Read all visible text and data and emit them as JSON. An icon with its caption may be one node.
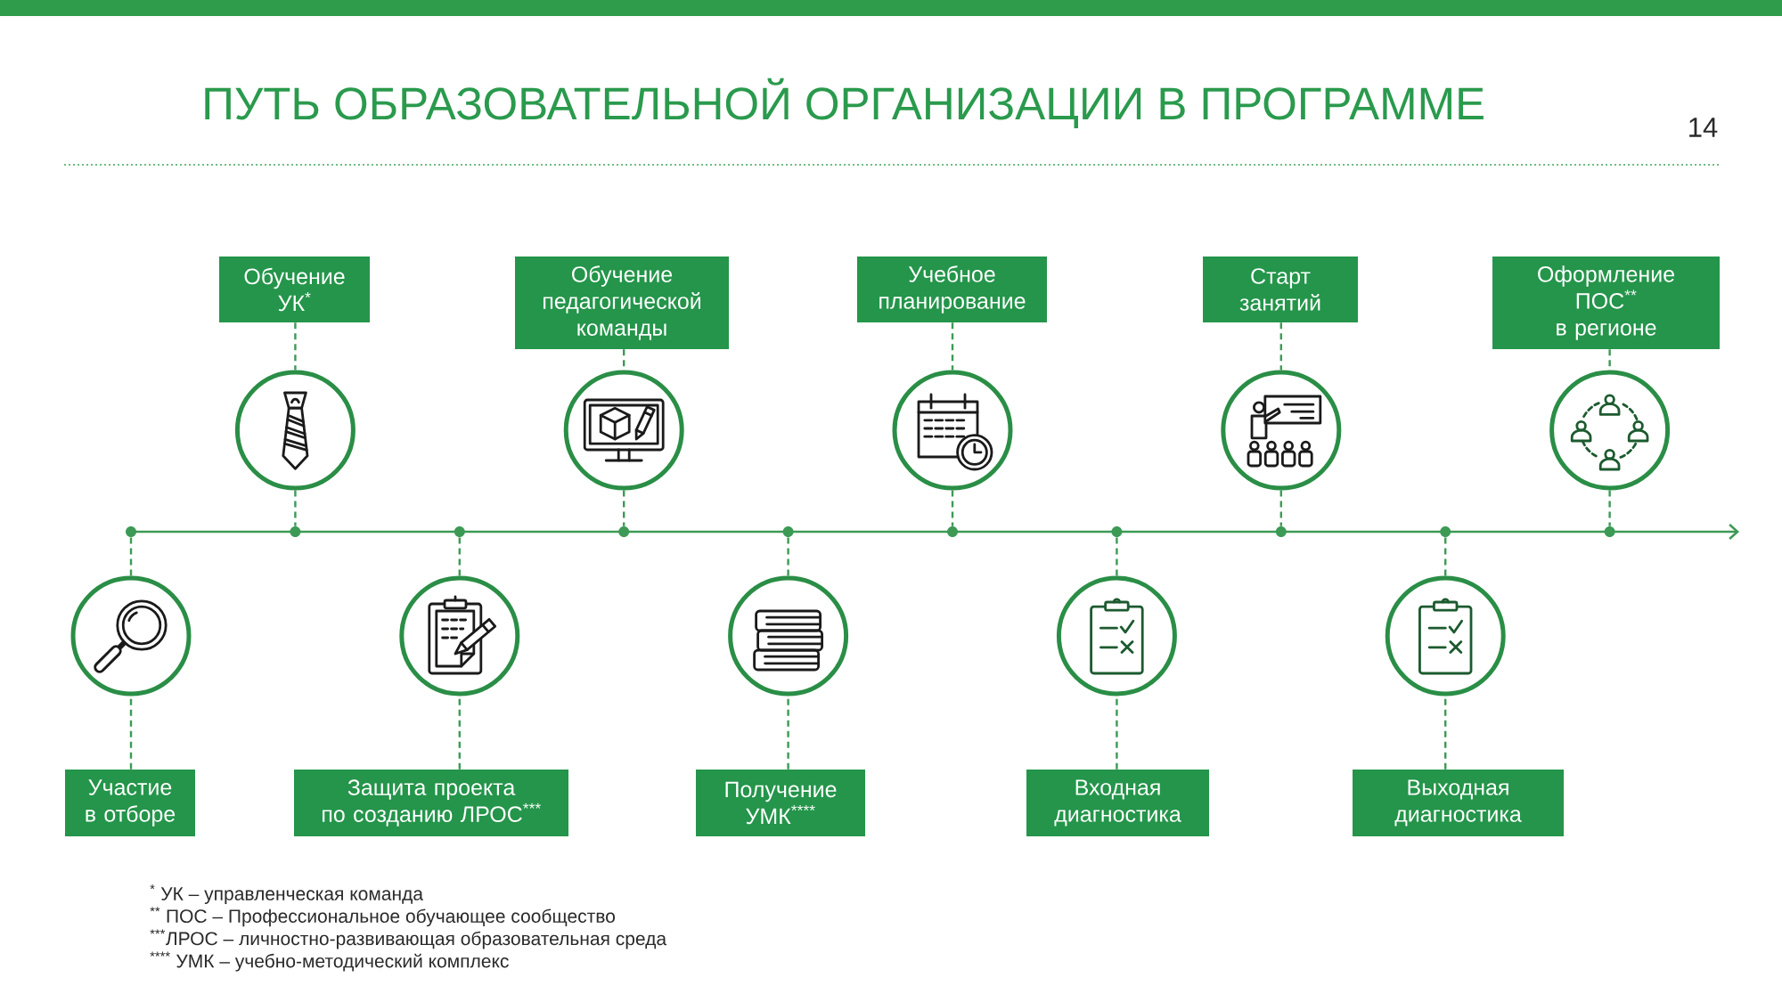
{
  "diagram": {
    "title": "ПУТЬ ОБРАЗОВАТЕЛЬНОЙ ОРГАНИЗАЦИИ В ПРОГРАММЕ",
    "nodes": [
      {
        "text": [
          "Участие в отборе"
        ]
      },
      {
        "text": [
          "Обучение УК$^{*}$"
        ]
      },
      {
        "text": [
          "Защита проекта по созданию ЛРОС$^{***}$"
        ]
      },
      {
        "text": [
          "Обучение педагогической команды"
        ]
      },
      {
        "text": [
          "Получение УМК$^{****}$"
        ]
      },
      {
        "text": [
          "Учебное планирование"
        ]
      },
      {
        "text": [
          "Входная диагностика"
        ]
      },
      {
        "text": [
          "Старт занятий"
        ]
      },
      {
        "text": [
          "Выходная диагностика"
        ]
      },
      {
        "text": [
          "Оформление ПОС$^{**}$ в регионе"
        ]
      },
      {
        "text": [],
        "shape": "circle"
      },
      {
        "text": [],
        "shape": "circle"
      },
      {
        "text": [],
        "shape": "circle"
      },
      {
        "text": [],
        "shape": "circle"
      },
      {
        "text": [],
        "shape": "circle"
      },
      {
        "text": [],
        "shape": "circle"
      },
      {
        "text": [],
        "shape": "circle"
      },
      {
        "text": [],
        "shape": "circle"
      },
      {
        "text": [],
        "shape": "circle"
      },
      {
        "text": [],
        "shape": "circle"
      },
      {
        "text": [],
        "shape": "dot"
      },
      {
        "text": [],
        "shape": "dot"
      },
      {
        "text": [],
        "shape": "dot"
      },
      {
        "text": [],
        "shape": "dot"
      },
      {
        "text": [],
        "shape": "dot"
      },
      {
        "text": [],
        "shape": "dot"
      },
      {
        "text": [],
        "shape": "dot"
      },
      {
        "text": [],
        "shape": "dot"
      },
      {
        "text": [],
        "shape": "dot"
      },
      {
        "text": [],
        "shape": "dot"
      }
    ],
    "edges": [
      {
        "from": 0,
        "to": 10,
        "arrow": "none",
        "style": "dashed"
      },
      {
        "from": 10,
        "to": 20,
        "arrow": "none",
        "style": "dashed"
      },
      {
        "from": 1,
        "to": 11,
        "arrow": "none",
        "style": "dashed"
      },
      {
        "from": 11,
        "to": 21,
        "arrow": "none",
        "style": "dashed"
      },
      {
        "from": 2,
        "to": 12,
        "arrow": "none",
        "style": "dashed"
      },
      {
        "from": 12,
        "to": 22,
        "arrow": "none",
        "style": "dashed"
      },
      {
        "from": 3,
        "to": 13,
        "arrow": "none",
        "style": "dashed"
      },
      {
        "from": 13,
        "to": 23,
        "arrow": "none",
        "style": "dashed"
      },
      {
        "from": 4,
        "to": 14,
        "arrow": "none",
        "style": "dashed"
      },
      {
        "from": 14,
        "to": 24,
        "arrow": "none",
        "style": "dashed"
      },
      {
        "from": 5,
        "to": 15,
        "arrow": "none",
        "style": "dashed"
      },
      {
        "from": 15,
        "to": 25,
        "arrow": "none",
        "style": "dashed"
      },
      {
        "from": 6,
        "to": 16,
        "arrow": "none",
        "style": "dashed"
      },
      {
        "from": 16,
        "to": 26,
        "arrow": "none",
        "style": "dashed"
      },
      {
        "from": 7,
        "to": 17,
        "arrow": "none",
        "style": "dashed"
      },
      {
        "from": 17,
        "to": 27,
        "arrow": "none",
        "style": "dashed"
      },
      {
        "from": 8,
        "to": 18,
        "arrow": "none",
        "style": "dashed"
      },
      {
        "from": 18,
        "to": 28,
        "arrow": "none",
        "style": "dashed"
      },
      {
        "from": 9,
        "to": 19,
        "arrow": "none",
        "style": "dashed"
      },
      {
        "from": 19,
        "to": 29,
        "arrow": "none",
        "style": "dashed"
      }
    ],
    "labels": [
      "14",
      "$^{*}$ УК – управленческая команда",
      "$^{**}$ ПОС – Профессиональное обучающее сообщество",
      "$^{***}$ЛРОС – личностно-развивающая образовательная среда",
      "$^{****}$ УМК – учебно-методический комплекс"
    ]
  }
}
